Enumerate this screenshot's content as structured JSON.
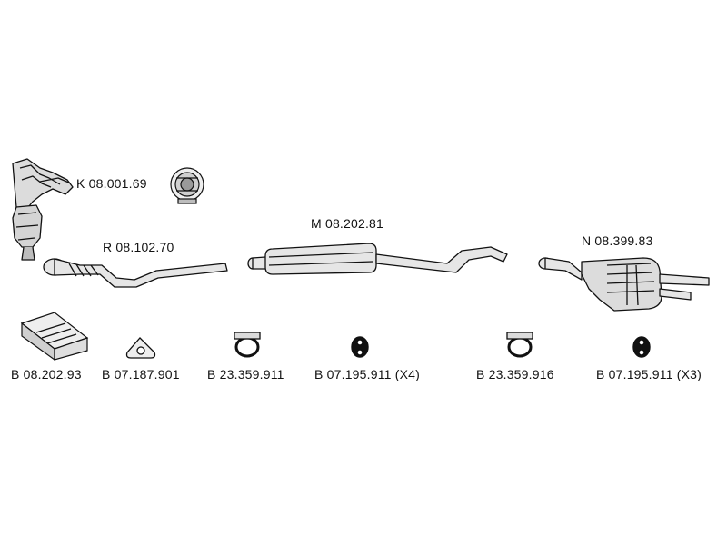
{
  "diagram": {
    "parts": {
      "catalyst": {
        "code": "K 08.001.69"
      },
      "front_pipe": {
        "code": "R 08.102.70"
      },
      "middle_silencer": {
        "code": "M 08.202.81"
      },
      "rear_silencer": {
        "code": "N 08.399.83"
      }
    },
    "fittings": [
      {
        "code": "B 08.202.93",
        "icon": "mounting-kit-box-icon"
      },
      {
        "code": "B 07.187.901",
        "icon": "triangular-gasket-icon"
      },
      {
        "code": "B 23.359.911",
        "icon": "pipe-clamp-icon"
      },
      {
        "code": "B 07.195.911 (X4)",
        "icon": "rubber-hanger-icon"
      },
      {
        "code": "B 23.359.916",
        "icon": "pipe-clamp-icon"
      },
      {
        "code": "B 07.195.911 (X3)",
        "icon": "rubber-hanger-icon"
      }
    ],
    "colors": {
      "ink": "#111111",
      "fill": "#e6e6e6",
      "shade": "#bdbdbd",
      "background": "#ffffff"
    }
  }
}
